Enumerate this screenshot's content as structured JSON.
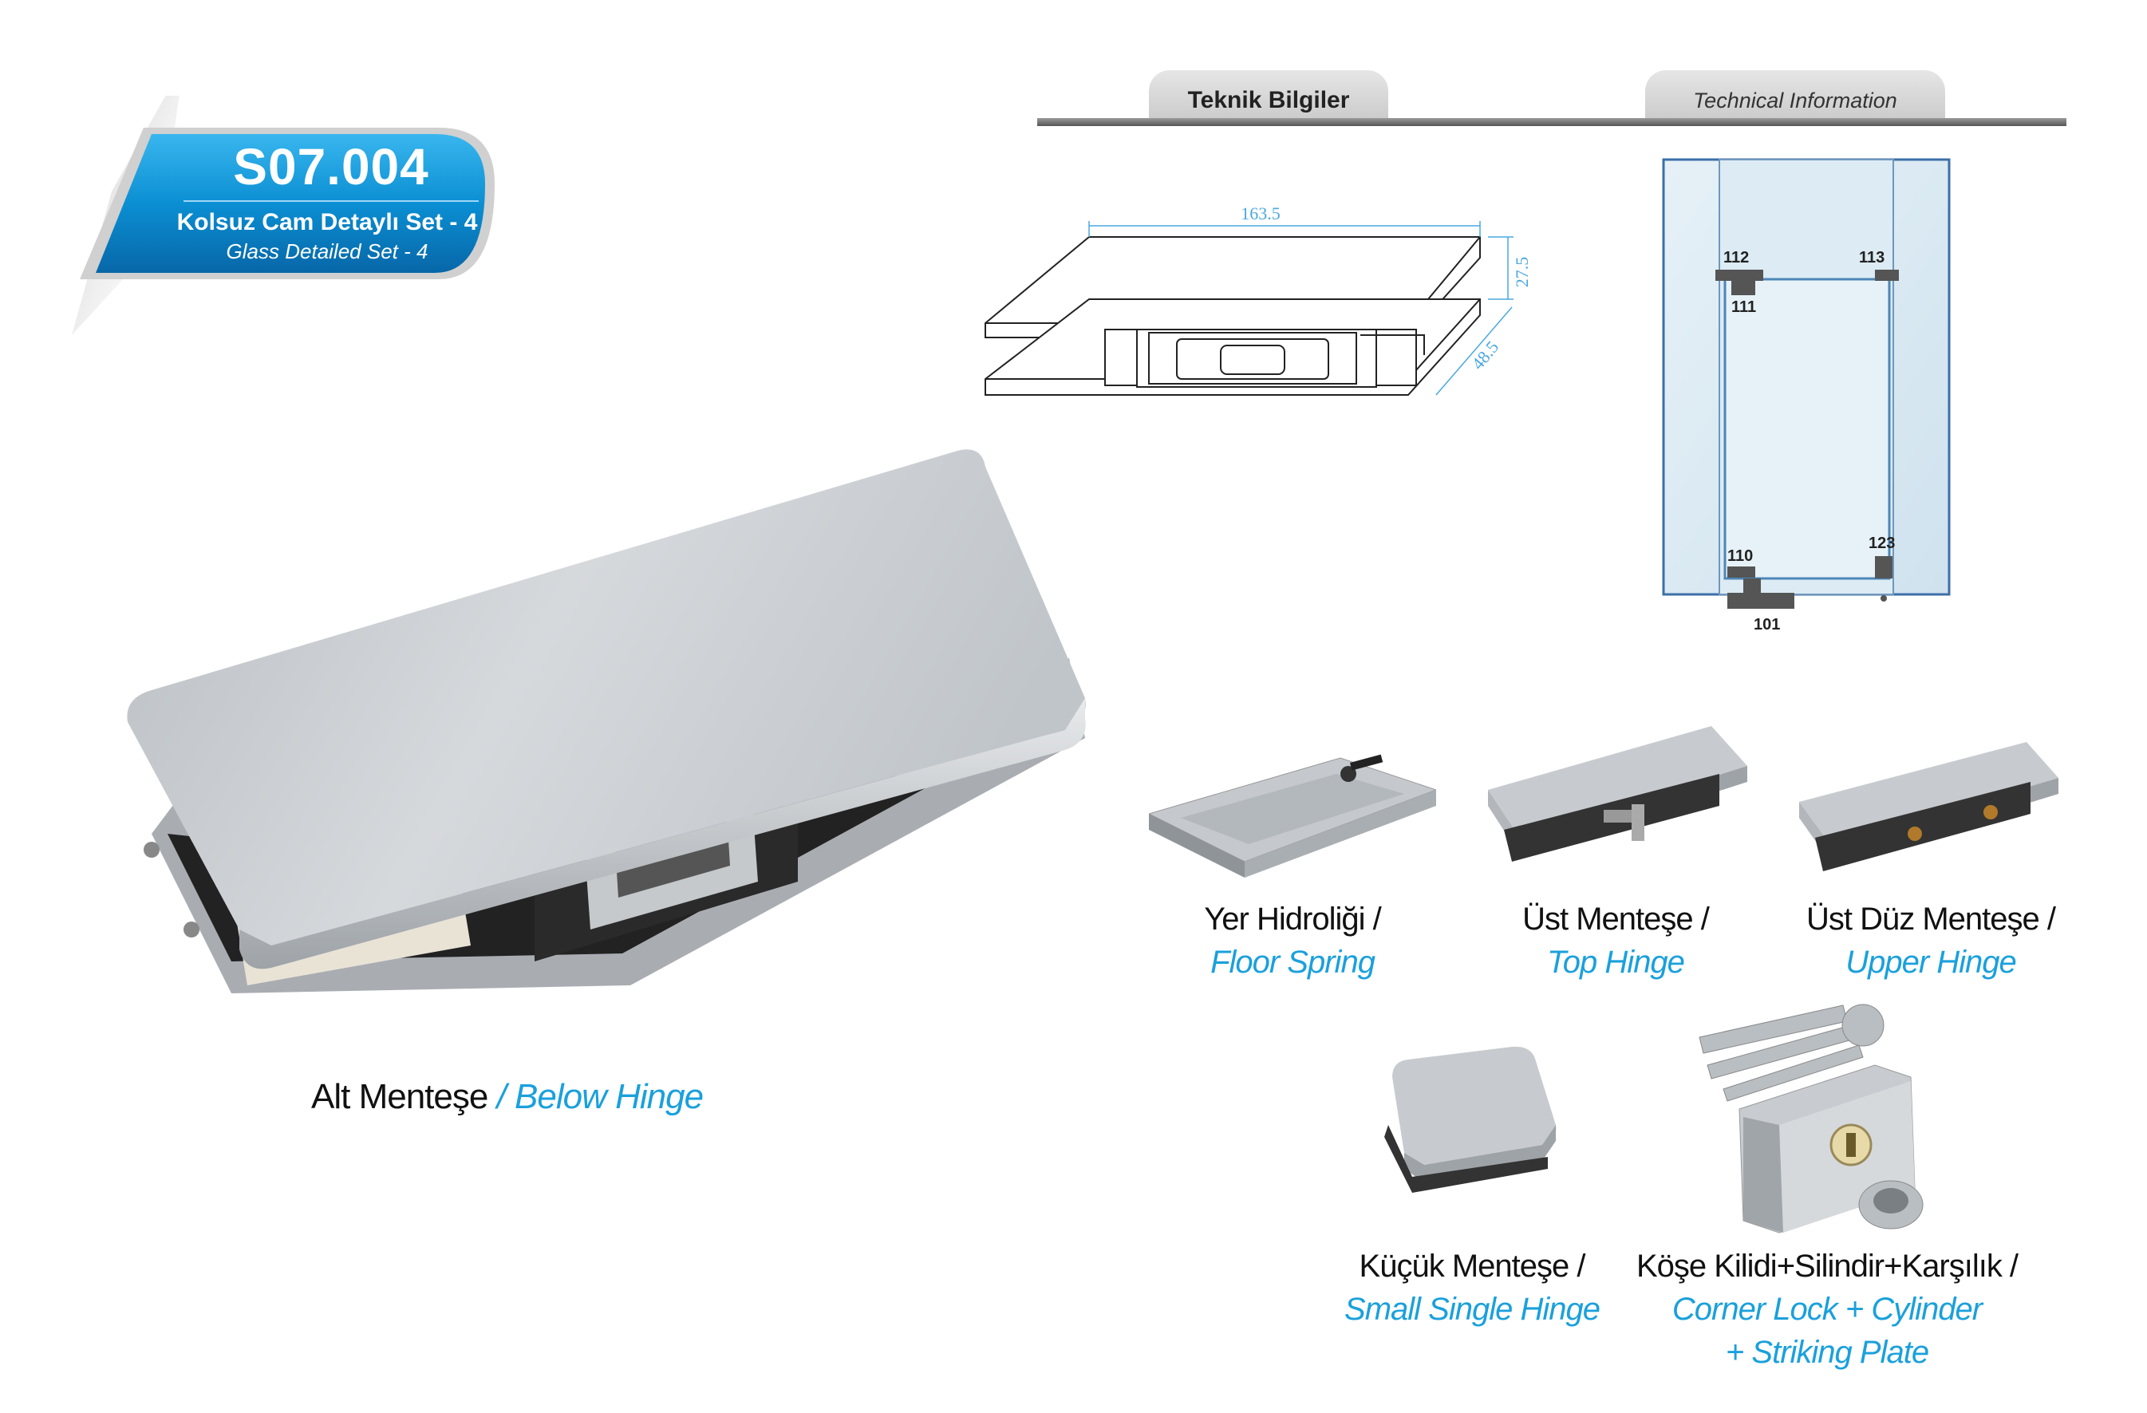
{
  "badge": {
    "code": "S07.004",
    "title_tr": "Kolsuz Cam Detaylı Set - 4",
    "title_en": "Glass Detailed Set - 4"
  },
  "tabs": {
    "tech_tr": "Teknik Bilgiler",
    "tech_en": "Technical Information"
  },
  "dimensions": {
    "length": "163.5",
    "height": "27.5",
    "depth": "48.5"
  },
  "door_diagram": {
    "labels": [
      "112",
      "113",
      "111",
      "110",
      "123",
      "101"
    ]
  },
  "main_product": {
    "label_tr": "Alt Menteşe",
    "label_en": "/ Below Hinge"
  },
  "products": [
    {
      "tr": "Yer Hidroliği /",
      "en": "Floor Spring"
    },
    {
      "tr": "Üst Menteşe /",
      "en": "Top Hinge"
    },
    {
      "tr": "Üst Düz Menteşe /",
      "en": "Upper Hinge"
    },
    {
      "tr": "Küçük Menteşe /",
      "en": "Small Single Hinge"
    },
    {
      "tr": "Köşe Kilidi+Silindir+Karşılık /",
      "en": "Corner Lock + Cylinder",
      "en2": "+ Striking Plate"
    }
  ],
  "colors": {
    "accent": "#1aa0dc",
    "badge_blue": "#0e8fd0",
    "steel": "#c4c8cc"
  }
}
